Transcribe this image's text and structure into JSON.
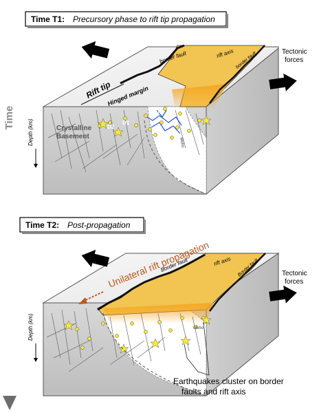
{
  "time_axis": {
    "label": "Time"
  },
  "panel_t1": {
    "time_label": "Time T1:",
    "phase_label": "Precursory phase to rift tip propagation",
    "labels": {
      "border_fault_left": "border fault",
      "border_fault_right": "border fault",
      "rift_axis": "rift axis",
      "rift_tip": "Rift tip",
      "hinged_margin": "Hinged margin",
      "crystalline_basement_line1": "Crystalline",
      "crystalline_basement_line2": "Basement",
      "depth": "Depth (km)",
      "moho": "Moho",
      "d1": "D1",
      "d2": "D2",
      "d2_left": "D2",
      "tectonic_forces_line1": "Tectonic",
      "tectonic_forces_line2": "forces"
    }
  },
  "panel_t2": {
    "time_label": "Time T2:",
    "phase_label": "Post-propagation",
    "labels": {
      "border_fault_left": "Border fault",
      "border_fault_right": "Border fault",
      "rift_axis": "rift axis",
      "unilateral": "Unilateral rift propagation",
      "depth": "Depth (km)",
      "moho": "Moho",
      "tectonic_forces_line1": "Tectonic",
      "tectonic_forces_line2": "forces",
      "earthquakes_line1": "Earthquakes cluster on border",
      "earthquakes_line2": "faults and rift axis"
    }
  },
  "colors": {
    "basin_fill": "#f2c451",
    "basin_glow": "#f5a623",
    "block_top": "#f4f4f4",
    "block_front": "#d2d2d2",
    "block_side": "#c2c2c2",
    "earthquake": "#f7e93a",
    "dyke": "#2a5cd8",
    "propagation_arrow": "#c0571a"
  }
}
